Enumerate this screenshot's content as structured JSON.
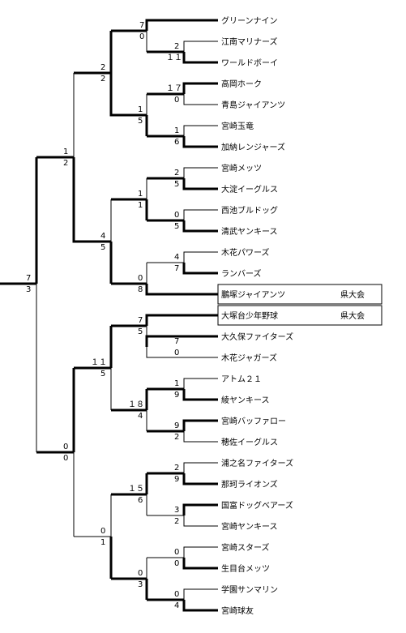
{
  "teams": [
    {
      "name": "グリーンナイン"
    },
    {
      "name": "江南マリナーズ"
    },
    {
      "name": "ワールドボーイ"
    },
    {
      "name": "高岡ホーク"
    },
    {
      "name": "青島ジャイアンツ"
    },
    {
      "name": "宮崎玉竜"
    },
    {
      "name": "加納レンジャーズ"
    },
    {
      "name": "宮崎メッツ"
    },
    {
      "name": "大淀イーグルス"
    },
    {
      "name": "西池ブルドッグ"
    },
    {
      "name": "清武ヤンキース"
    },
    {
      "name": "木花パワーズ"
    },
    {
      "name": "ランバーズ"
    },
    {
      "name": "鵬塚ジャイアンツ",
      "badge": "県大会"
    },
    {
      "name": "大塚台少年野球",
      "badge": "県大会"
    },
    {
      "name": "大久保ファイターズ"
    },
    {
      "name": "木花ジャガーズ"
    },
    {
      "name": "アトム２１"
    },
    {
      "name": "綾ヤンキース"
    },
    {
      "name": "宮崎バッファロー"
    },
    {
      "name": "穂佐イーグルス"
    },
    {
      "name": "浦之名ファイターズ"
    },
    {
      "name": "那珂ライオンズ"
    },
    {
      "name": "国富ドッグベアーズ"
    },
    {
      "name": "宮崎ヤンキース"
    },
    {
      "name": "宮崎スターズ"
    },
    {
      "name": "生目台メッツ"
    },
    {
      "name": "学園サンマリン"
    },
    {
      "name": "宮崎球友"
    }
  ],
  "matches": [
    {
      "id": "r1a",
      "top": "7",
      "bottom": "0"
    },
    {
      "id": "r1b",
      "top": "2",
      "bottom": "１１"
    },
    {
      "id": "r1c",
      "top": "１７",
      "bottom": "0"
    },
    {
      "id": "r1d",
      "top": "1",
      "bottom": "6"
    },
    {
      "id": "r1e",
      "top": "2",
      "bottom": "5"
    },
    {
      "id": "r1f",
      "top": "0",
      "bottom": "5"
    },
    {
      "id": "r1g",
      "top": "4",
      "bottom": "7"
    },
    {
      "id": "r2a",
      "top": "2",
      "bottom": "2"
    },
    {
      "id": "r2b",
      "top": "1",
      "bottom": "5"
    },
    {
      "id": "r2c",
      "top": "1",
      "bottom": "1"
    },
    {
      "id": "r2d",
      "top": "0",
      "bottom": "8"
    },
    {
      "id": "r3a",
      "top": "1",
      "bottom": "2"
    },
    {
      "id": "r3b",
      "top": "4",
      "bottom": "5"
    },
    {
      "id": "final",
      "top": "7",
      "bottom": "3"
    },
    {
      "id": "r1h",
      "top": "7",
      "bottom": "0"
    },
    {
      "id": "r1i",
      "top": "1",
      "bottom": "9"
    },
    {
      "id": "r1j",
      "top": "9",
      "bottom": "2"
    },
    {
      "id": "r1k",
      "top": "2",
      "bottom": "9"
    },
    {
      "id": "r1l",
      "top": "3",
      "bottom": "2"
    },
    {
      "id": "r1m",
      "top": "0",
      "bottom": "0"
    },
    {
      "id": "r1n",
      "top": "0",
      "bottom": "4"
    },
    {
      "id": "r2e",
      "top": "7",
      "bottom": "5"
    },
    {
      "id": "r2f",
      "top": "１８",
      "bottom": "4"
    },
    {
      "id": "r2g",
      "top": "１５",
      "bottom": "6"
    },
    {
      "id": "r2h",
      "top": "0",
      "bottom": "3"
    },
    {
      "id": "r3c",
      "top": "１１",
      "bottom": "5"
    },
    {
      "id": "r3d",
      "top": "0",
      "bottom": "1"
    },
    {
      "id": "r4b",
      "top": "0",
      "bottom": "0"
    }
  ]
}
